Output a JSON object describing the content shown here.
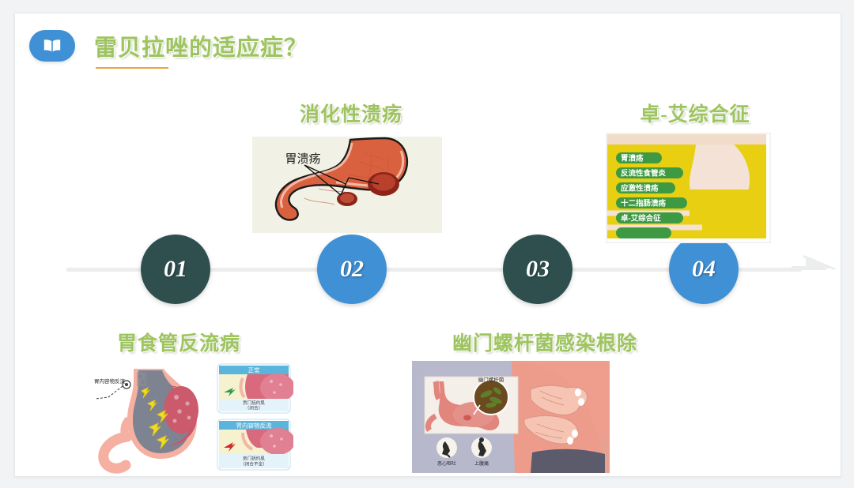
{
  "slide": {
    "header": {
      "icon": "open-book-icon",
      "title": "雷贝拉唑的适应症？",
      "title_color": "#9ec45f",
      "underline_color": "#e8a33d",
      "badge_color": "#3f90d4"
    },
    "timeline": {
      "arrow_color": "#eceded",
      "nodes": [
        {
          "number": "01",
          "color": "#2f4f4f",
          "style": "dark"
        },
        {
          "number": "02",
          "color": "#3f90d4",
          "style": "blue"
        },
        {
          "number": "03",
          "color": "#2f4f4f",
          "style": "dark"
        },
        {
          "number": "04",
          "color": "#3f90d4",
          "style": "blue"
        }
      ]
    },
    "items": [
      {
        "number": "01",
        "title": "胃食管反流病",
        "position": "below",
        "illustration": {
          "name": "gerd-stomach-reflux-diagram",
          "labels": [
            "胃内容物反流",
            "正常",
            "贲门括约肌",
            "（闭合）",
            "胃内容物反流",
            "贲门括约肌",
            "（闭合不全）"
          ]
        }
      },
      {
        "number": "02",
        "title": "消化性溃疡",
        "position": "above",
        "illustration": {
          "name": "gastric-ulcer-stomach-diagram",
          "labels": [
            "胃溃疡"
          ]
        }
      },
      {
        "number": "03",
        "title": "幽门螺杆菌感染根除",
        "position": "below",
        "illustration": {
          "name": "h-pylori-infection-diagram",
          "labels": [
            "幽门螺杆菌",
            "恶心呕吐",
            "上腹痛"
          ]
        }
      },
      {
        "number": "04",
        "title": "卓-艾综合征",
        "position": "above",
        "illustration": {
          "name": "zollinger-ellison-indications-poster",
          "labels": [
            "胃溃疡",
            "反流性食管炎",
            "应激性溃疡",
            "十二指肠溃疡",
            "卓-艾综合征"
          ]
        }
      }
    ]
  }
}
